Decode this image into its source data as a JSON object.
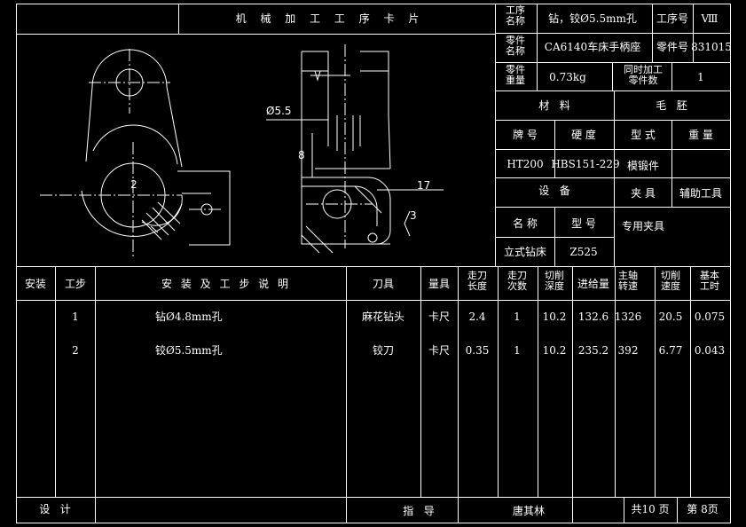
{
  "card_title": "机 械 加 工 工 序 卡 片",
  "header": {
    "process_name_label": "工序\n名称",
    "process_name": "钻，铰Ø5.5mm孔",
    "process_no_label": "工序号",
    "process_no": "Ⅷ",
    "part_name_label": "零件\n名称",
    "part_name": "CA6140车床手柄座",
    "part_no_label": "零件号",
    "part_no": "831015",
    "part_weight_label": "零件\n重量",
    "part_weight": "0.73kg",
    "simul_label": "同时加工\n零件数",
    "simul_count": "1",
    "material_label": "材   料",
    "blank_label": "毛   胚",
    "grade_label": "牌 号",
    "hardness_label": "硬 度",
    "form_label": "型 式",
    "blank_weight_label": "重 量",
    "grade": "HT200",
    "hardness": "HBS151-229",
    "form": "模锻件",
    "equipment_label": "设   备",
    "fixture_label": "夹 具",
    "aux_tool_label": "辅助工具",
    "eq_name_label": "名 称",
    "eq_model_label": "型 号",
    "fixture_value": "专用夹具",
    "eq_name": "立式钻床",
    "eq_model": "Z525"
  },
  "drawing": {
    "dim_diameter": "Ø5.5",
    "dim_8": "8",
    "dim_17": "17",
    "dim_3": "3",
    "mark_2": "2"
  },
  "table": {
    "headers": [
      "安装",
      "工步",
      "安 装 及 工 步 说 明",
      "刀具",
      "量具",
      "走刀\n长度",
      "走刀\n次数",
      "切削\n深度",
      "进给量",
      "主轴\n转速",
      "切削\n速度",
      "基本\n工时"
    ],
    "rows": [
      [
        "",
        "1",
        "钻Ø4.8mm孔",
        "麻花钻头",
        "卡尺",
        "2.4",
        "1",
        "10.2",
        "132.6",
        "1326",
        "20.5",
        "0.075"
      ],
      [
        "",
        "2",
        "铰Ø5.5mm孔",
        "铰刀",
        "卡尺",
        "0.35",
        "1",
        "10.2",
        "235.2",
        "392",
        "6.77",
        "0.043"
      ]
    ]
  },
  "footer": {
    "design_label": "设   计",
    "guide_label": "指   导",
    "guide_name": "唐其林",
    "total_pages": "共10 页",
    "page_no": "第  8页"
  }
}
